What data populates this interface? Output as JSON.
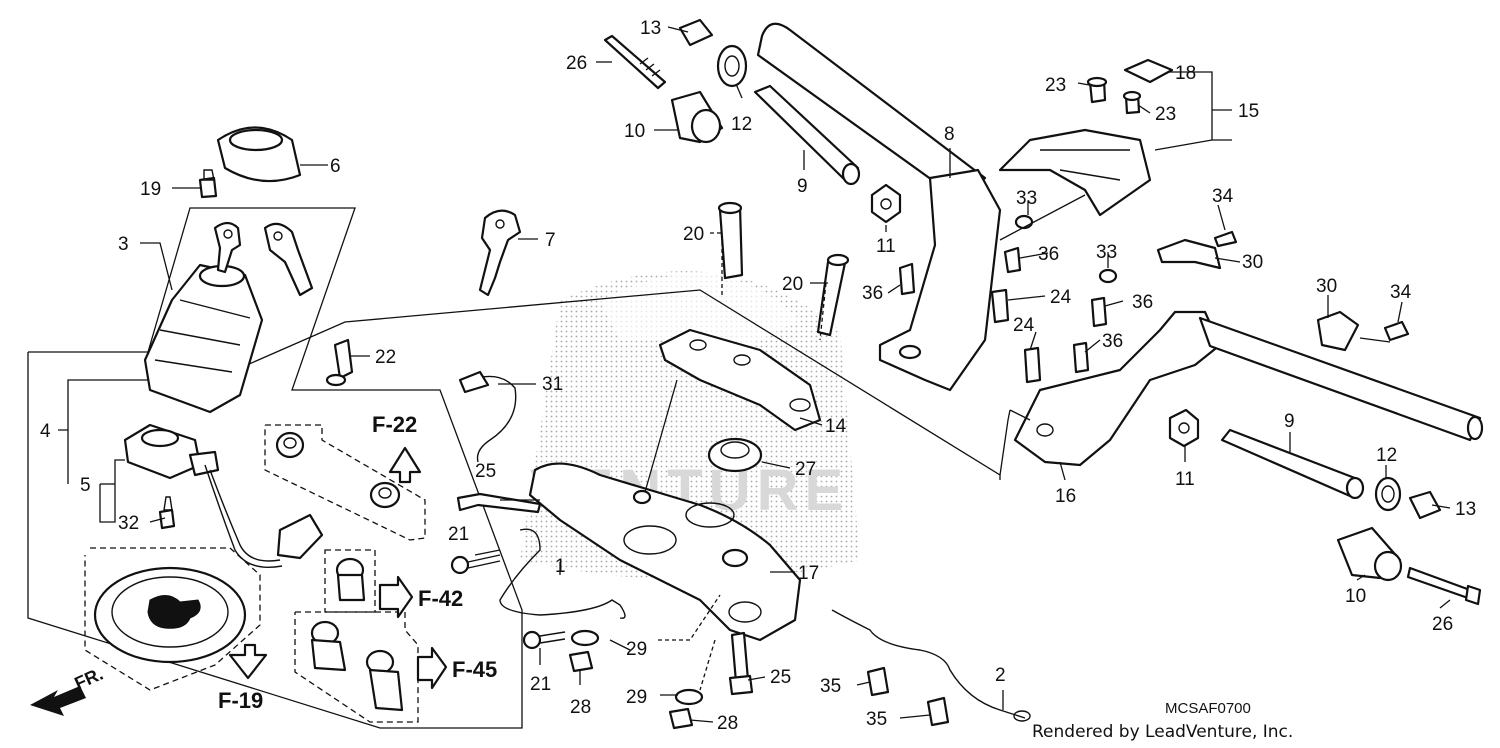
{
  "diagram": {
    "code": "MCSAF0700",
    "credit": "Rendered by LeadVenture, Inc.",
    "watermark": "VENTURE",
    "direction_label": "FR."
  },
  "callouts": {
    "c1": "1",
    "c2": "2",
    "c3": "3",
    "c4": "4",
    "c5": "5",
    "c6": "6",
    "c7": "7",
    "c8": "8",
    "c9a": "9",
    "c9b": "9",
    "c10a": "10",
    "c10b": "10",
    "c11a": "11",
    "c11b": "11",
    "c12a": "12",
    "c12b": "12",
    "c13a": "13",
    "c13b": "13",
    "c14": "14",
    "c15": "15",
    "c16": "16",
    "c17": "17",
    "c18": "18",
    "c19": "19",
    "c20a": "20",
    "c20b": "20",
    "c21a": "21",
    "c21b": "21",
    "c22": "22",
    "c23a": "23",
    "c23b": "23",
    "c24a": "24",
    "c24b": "24",
    "c25a": "25",
    "c25b": "25",
    "c26a": "26",
    "c26b": "26",
    "c27": "27",
    "c28a": "28",
    "c28b": "28",
    "c29a": "29",
    "c29b": "29",
    "c30a": "30",
    "c30b": "30",
    "c31": "31",
    "c32": "32",
    "c33a": "33",
    "c33b": "33",
    "c34a": "34",
    "c34b": "34",
    "c35a": "35",
    "c35b": "35",
    "c36a": "36",
    "c36b": "36",
    "c36c": "36",
    "c36d": "36"
  },
  "references": {
    "f22": "F-22",
    "f42": "F-42",
    "f45": "F-45",
    "f19": "F-19"
  }
}
